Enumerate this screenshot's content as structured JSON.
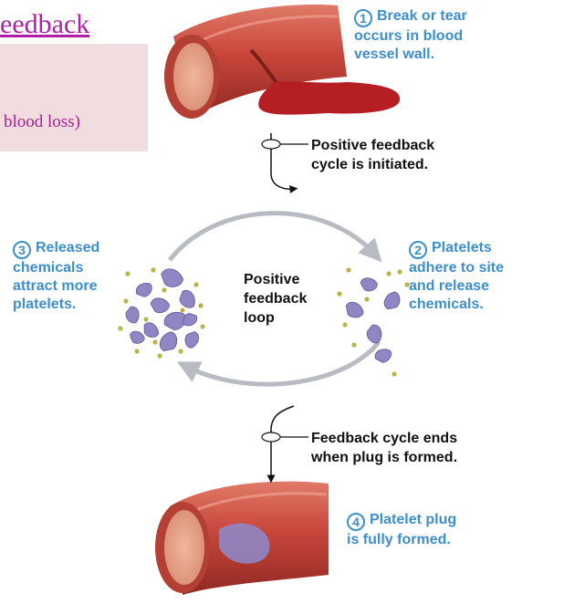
{
  "slide": {
    "title_fragment": "eedback",
    "note_fragment": "blood loss)"
  },
  "steps": [
    {
      "number": "1",
      "text_lines": [
        "Break or tear",
        "occurs in blood",
        "vessel wall."
      ]
    },
    {
      "number": "2",
      "text_lines": [
        "Platelets",
        "adhere to site",
        "and release",
        "chemicals."
      ]
    },
    {
      "number": "3",
      "text_lines": [
        "Released",
        "chemicals",
        "attract more",
        "platelets."
      ]
    },
    {
      "number": "4",
      "text_lines": [
        "Platelet plug",
        "is fully formed."
      ]
    }
  ],
  "annotations": {
    "initiated": [
      "Positive feedback",
      "cycle is initiated."
    ],
    "ends": [
      "Feedback cycle ends",
      "when plug is formed."
    ]
  },
  "loop": {
    "label_lines": [
      "Positive",
      "feedback",
      "loop"
    ]
  },
  "colors": {
    "title": "#b01fa8",
    "note_box": "#f1dde0",
    "step_text": "#3d8ec9",
    "arrow_gray": "#b8bcc2",
    "vessel_red": "#c8453a",
    "platelet_purple": "#8f86c4",
    "granule_yellow": "#b8b44a"
  }
}
